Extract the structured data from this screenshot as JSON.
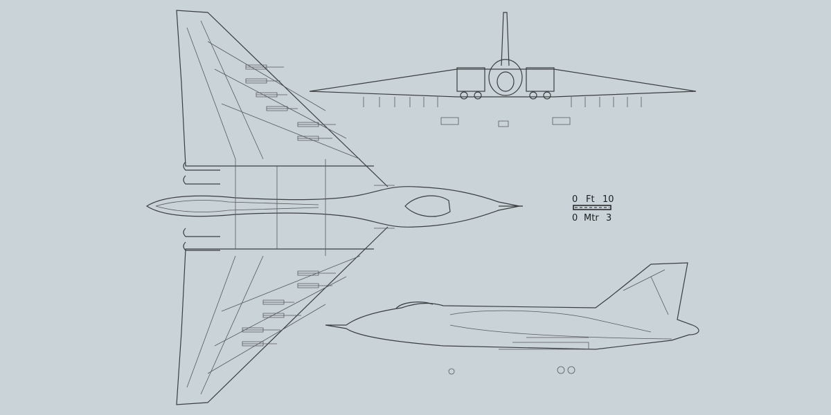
{
  "scale_bar": {
    "feet_start": "0",
    "feet_unit": "Ft",
    "feet_end": "10",
    "metres_start": "0",
    "metres_unit": "Mtr",
    "metres_end": "3"
  },
  "colors": {
    "background": "#cad3d8",
    "line": "#3a3d40"
  }
}
